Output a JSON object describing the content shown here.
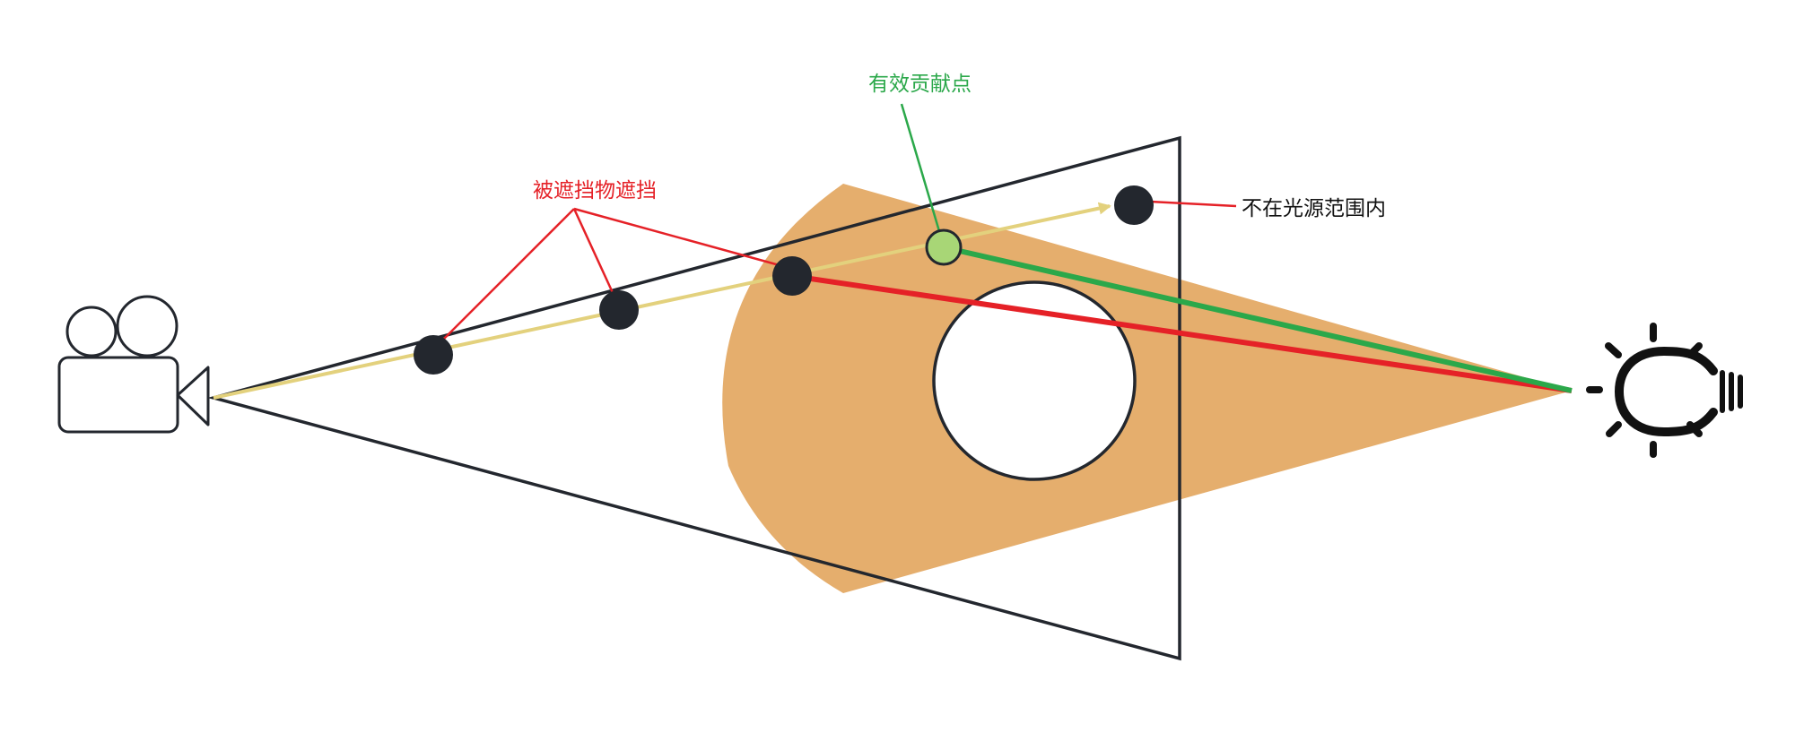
{
  "labels": {
    "occluded": "被遮挡物遮挡",
    "effective": "有效贡献点",
    "out_of_range": "不在光源范围内"
  },
  "colors": {
    "light_cone": "#E5AE6D",
    "view_frustum": "#23272E",
    "sample_point": "#23272E",
    "effective_point": "#A8D676",
    "view_ray": "#E3D17D",
    "shadow_ray_blocked": "#E52127",
    "shadow_ray_visible": "#2BA84A",
    "label_red": "#E52127",
    "label_green": "#2BA84A",
    "label_black": "#111111"
  },
  "icons": {
    "camera": "video-camera-icon",
    "light": "light-bulb-icon"
  }
}
